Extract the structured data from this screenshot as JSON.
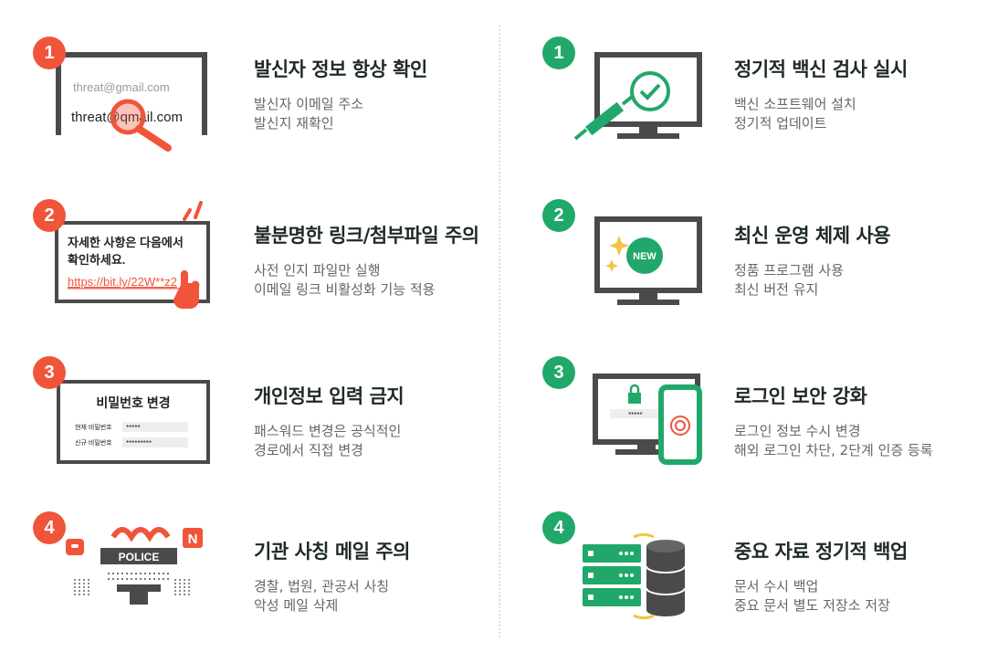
{
  "left": [
    {
      "num": "1",
      "title": "발신자 정보 항상 확인",
      "lines": [
        "발신자 이메일 주소",
        "발신지 재확인"
      ],
      "illus": {
        "email_top": "threat@gmail.com",
        "email_bottom": "threat@qmail.com"
      }
    },
    {
      "num": "2",
      "title": "불분명한 링크/첨부파일 주의",
      "lines": [
        "사전 인지 파일만 실행",
        "이메일 링크 비활성화 기능 적용"
      ],
      "illus": {
        "msg1": "자세한 사항은 다음에서",
        "msg2": "확인하세요.",
        "link": "https://bit.ly/22W**z2"
      }
    },
    {
      "num": "3",
      "title": "개인정보 입력 금지",
      "lines": [
        "패스워드 변경은 공식적인",
        "경로에서 직접 변경"
      ],
      "illus": {
        "heading": "비밀번호 변경",
        "row1_label": "현재 비밀번호",
        "row1_value": "*****",
        "row2_label": "신규 비밀번호",
        "row2_value": "*********"
      }
    },
    {
      "num": "4",
      "title": "기관 사칭 메일 주의",
      "lines": [
        "경찰, 법원, 관공서 사칭",
        "악성 메일 삭제"
      ],
      "illus": {
        "police": "POLICE",
        "naver": "N"
      }
    }
  ],
  "right": [
    {
      "num": "1",
      "title": "정기적 백신 검사 실시",
      "lines": [
        "백신 소프트웨어 설치",
        "정기적 업데이트"
      ],
      "illus": {}
    },
    {
      "num": "2",
      "title": "최신 운영 체제 사용",
      "lines": [
        "정품 프로그램 사용",
        "최신 버전 유지"
      ],
      "illus": {
        "new": "NEW"
      }
    },
    {
      "num": "3",
      "title": "로그인 보안 강화",
      "lines": [
        "로그인 정보 수시 변경",
        "해외 로그인 차단, 2단계 인증 등록"
      ],
      "illus": {
        "pw": "*****"
      }
    },
    {
      "num": "4",
      "title": "중요 자료 정기적 백업",
      "lines": [
        "문서 수시 백업",
        "중요 문서 별도 저장소 저장"
      ],
      "illus": {}
    }
  ],
  "colors": {
    "red": "#f0553a",
    "green": "#20a86a",
    "dark": "#4a4a4a"
  }
}
